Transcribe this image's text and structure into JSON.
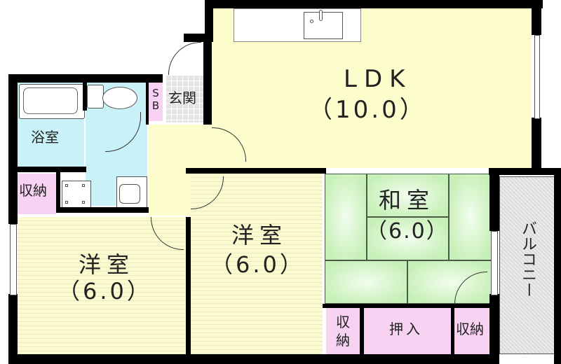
{
  "floorplan": {
    "rooms": {
      "ldk": {
        "name": "LDK",
        "size": "（10.0）"
      },
      "western1": {
        "name": "洋室",
        "size": "（6.0）"
      },
      "western2": {
        "name": "洋室",
        "size": "（6.0）"
      },
      "japanese": {
        "name": "和室",
        "size": "（6.0）"
      },
      "bath": {
        "name": "浴室"
      },
      "entrance": {
        "name": "玄関"
      },
      "shoebox": {
        "name": "SB"
      },
      "storage_left": {
        "name": "収納"
      },
      "storage_mid": {
        "name": "収納"
      },
      "oshiire": {
        "name": "押入"
      },
      "storage_right": {
        "name": "収納"
      },
      "balcony": {
        "name": "バルコニー"
      }
    },
    "colors": {
      "wall": "#000000",
      "ldk_floor": "#fcfccc",
      "wet_area": "#c8f1f8",
      "storage": "#f8d2f2",
      "tatami": "#c7f0b8",
      "balcony": "#dadada"
    }
  }
}
